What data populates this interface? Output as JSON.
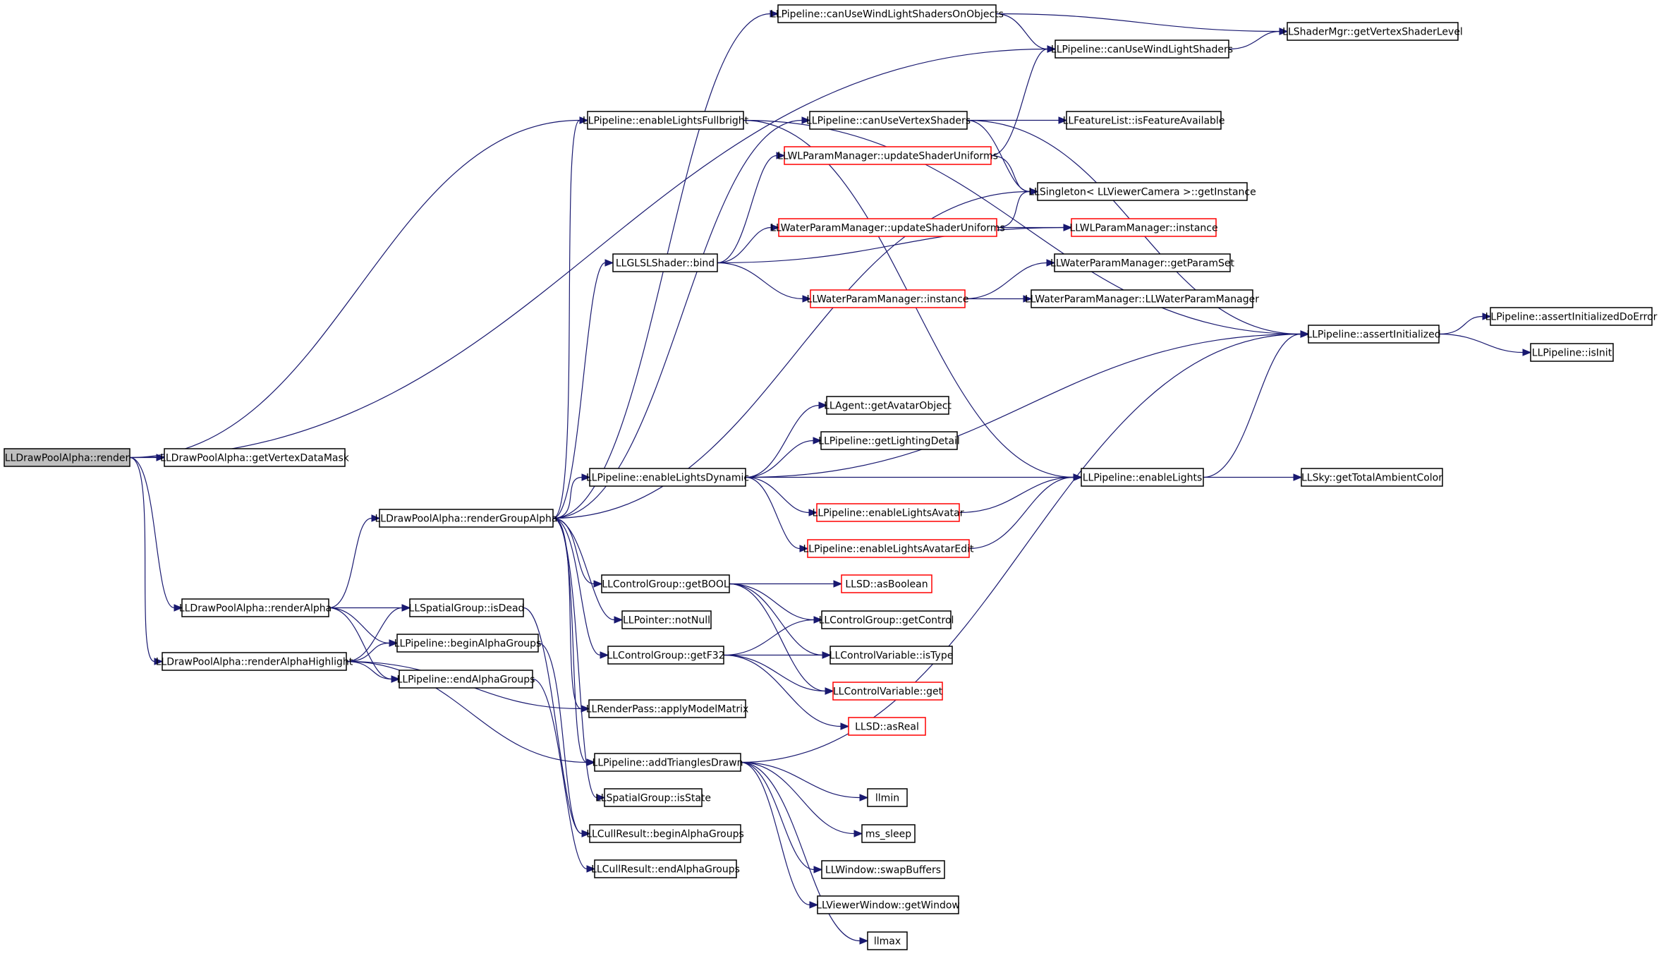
{
  "colors": {
    "edge": "#191970",
    "border": "#000000",
    "border_truncated": "#ff0000",
    "root_fill": "#bfbfbf",
    "node_fill": "#ffffff"
  },
  "nodes": [
    {
      "id": "n0",
      "label": "LLDrawPoolAlpha::render",
      "kind": "root"
    },
    {
      "id": "n1",
      "label": "LLDrawPoolAlpha::getVertexDataMask"
    },
    {
      "id": "n2",
      "label": "LLDrawPoolAlpha::renderAlpha"
    },
    {
      "id": "n3",
      "label": "LLDrawPoolAlpha::renderAlphaHighlight"
    },
    {
      "id": "n4",
      "label": "LLDrawPoolAlpha::renderGroupAlpha"
    },
    {
      "id": "n5",
      "label": "LLPipeline::canUseWindLightShadersOnObjects"
    },
    {
      "id": "n6",
      "label": "LLPipeline::canUseWindLightShaders"
    },
    {
      "id": "n7",
      "label": "LLShaderMgr::getVertexShaderLevel"
    },
    {
      "id": "n8",
      "label": "LLPipeline::enableLightsFullbright"
    },
    {
      "id": "n9",
      "label": "LLPipeline::canUseVertexShaders"
    },
    {
      "id": "n10",
      "label": "LLFeatureList::isFeatureAvailable"
    },
    {
      "id": "n11",
      "label": "LLWLParamManager::updateShaderUniforms",
      "kind": "truncated"
    },
    {
      "id": "n12",
      "label": "LLSingleton< LLViewerCamera >::getInstance"
    },
    {
      "id": "n13",
      "label": "LLWaterParamManager::updateShaderUniforms",
      "kind": "truncated"
    },
    {
      "id": "n14",
      "label": "LLWLParamManager::instance",
      "kind": "truncated"
    },
    {
      "id": "n15",
      "label": "LLGLSLShader::bind"
    },
    {
      "id": "n16",
      "label": "LLWaterParamManager::getParamSet"
    },
    {
      "id": "n17",
      "label": "LLWaterParamManager::instance",
      "kind": "truncated"
    },
    {
      "id": "n18",
      "label": "LLWaterParamManager::LLWaterParamManager"
    },
    {
      "id": "n19",
      "label": "LLPipeline::assertInitialized"
    },
    {
      "id": "n20",
      "label": "LLPipeline::assertInitializedDoError"
    },
    {
      "id": "n21",
      "label": "LLPipeline::isInit"
    },
    {
      "id": "n22",
      "label": "LLAgent::getAvatarObject"
    },
    {
      "id": "n23",
      "label": "LLPipeline::getLightingDetail"
    },
    {
      "id": "n24",
      "label": "LLPipeline::enableLightsDynamic"
    },
    {
      "id": "n25",
      "label": "LLPipeline::enableLights"
    },
    {
      "id": "n26",
      "label": "LLSky::getTotalAmbientColor"
    },
    {
      "id": "n27",
      "label": "LLPipeline::enableLightsAvatar",
      "kind": "truncated"
    },
    {
      "id": "n28",
      "label": "LLPipeline::enableLightsAvatarEdit",
      "kind": "truncated"
    },
    {
      "id": "n29",
      "label": "LLControlGroup::getBOOL"
    },
    {
      "id": "n30",
      "label": "LLSD::asBoolean",
      "kind": "truncated"
    },
    {
      "id": "n31",
      "label": "LLSpatialGroup::isDead"
    },
    {
      "id": "n32",
      "label": "LLPointer::notNull"
    },
    {
      "id": "n33",
      "label": "LLControlGroup::getControl"
    },
    {
      "id": "n34",
      "label": "LLPipeline::beginAlphaGroups"
    },
    {
      "id": "n35",
      "label": "LLControlGroup::getF32"
    },
    {
      "id": "n36",
      "label": "LLControlVariable::isType"
    },
    {
      "id": "n37",
      "label": "LLPipeline::endAlphaGroups"
    },
    {
      "id": "n38",
      "label": "LLControlVariable::get",
      "kind": "truncated"
    },
    {
      "id": "n39",
      "label": "LLRenderPass::applyModelMatrix"
    },
    {
      "id": "n40",
      "label": "LLSD::asReal",
      "kind": "truncated"
    },
    {
      "id": "n41",
      "label": "LLPipeline::addTrianglesDrawn"
    },
    {
      "id": "n42",
      "label": "LLSpatialGroup::isState"
    },
    {
      "id": "n43",
      "label": "llmin"
    },
    {
      "id": "n44",
      "label": "LLCullResult::beginAlphaGroups"
    },
    {
      "id": "n45",
      "label": "ms_sleep"
    },
    {
      "id": "n46",
      "label": "LLCullResult::endAlphaGroups"
    },
    {
      "id": "n47",
      "label": "LLWindow::swapBuffers"
    },
    {
      "id": "n48",
      "label": "LLViewerWindow::getWindow"
    },
    {
      "id": "n49",
      "label": "llmax"
    }
  ],
  "edges": [
    {
      "from": "n0",
      "to": "n1"
    },
    {
      "from": "n0",
      "to": "n2"
    },
    {
      "from": "n0",
      "to": "n3"
    },
    {
      "from": "n0",
      "to": "n6"
    },
    {
      "from": "n0",
      "to": "n8"
    },
    {
      "from": "n2",
      "to": "n4"
    },
    {
      "from": "n2",
      "to": "n31"
    },
    {
      "from": "n2",
      "to": "n34"
    },
    {
      "from": "n2",
      "to": "n37"
    },
    {
      "from": "n3",
      "to": "n31"
    },
    {
      "from": "n3",
      "to": "n34"
    },
    {
      "from": "n3",
      "to": "n37"
    },
    {
      "from": "n3",
      "to": "n39"
    },
    {
      "from": "n3",
      "to": "n41"
    },
    {
      "from": "n4",
      "to": "n5"
    },
    {
      "from": "n4",
      "to": "n8"
    },
    {
      "from": "n4",
      "to": "n9"
    },
    {
      "from": "n4",
      "to": "n12"
    },
    {
      "from": "n4",
      "to": "n15"
    },
    {
      "from": "n4",
      "to": "n24"
    },
    {
      "from": "n4",
      "to": "n29"
    },
    {
      "from": "n4",
      "to": "n32"
    },
    {
      "from": "n4",
      "to": "n35"
    },
    {
      "from": "n4",
      "to": "n39"
    },
    {
      "from": "n4",
      "to": "n41"
    },
    {
      "from": "n4",
      "to": "n42"
    },
    {
      "from": "n5",
      "to": "n6"
    },
    {
      "from": "n5",
      "to": "n7"
    },
    {
      "from": "n6",
      "to": "n7"
    },
    {
      "from": "n8",
      "to": "n19"
    },
    {
      "from": "n8",
      "to": "n25"
    },
    {
      "from": "n9",
      "to": "n10"
    },
    {
      "from": "n9",
      "to": "n12"
    },
    {
      "from": "n9",
      "to": "n19"
    },
    {
      "from": "n11",
      "to": "n6"
    },
    {
      "from": "n11",
      "to": "n12"
    },
    {
      "from": "n13",
      "to": "n12"
    },
    {
      "from": "n13",
      "to": "n14"
    },
    {
      "from": "n15",
      "to": "n11"
    },
    {
      "from": "n15",
      "to": "n13"
    },
    {
      "from": "n15",
      "to": "n14"
    },
    {
      "from": "n15",
      "to": "n17"
    },
    {
      "from": "n17",
      "to": "n16"
    },
    {
      "from": "n17",
      "to": "n18"
    },
    {
      "from": "n19",
      "to": "n20"
    },
    {
      "from": "n19",
      "to": "n21"
    },
    {
      "from": "n24",
      "to": "n19"
    },
    {
      "from": "n24",
      "to": "n22"
    },
    {
      "from": "n24",
      "to": "n23"
    },
    {
      "from": "n24",
      "to": "n25"
    },
    {
      "from": "n24",
      "to": "n27"
    },
    {
      "from": "n24",
      "to": "n28"
    },
    {
      "from": "n25",
      "to": "n19"
    },
    {
      "from": "n25",
      "to": "n26"
    },
    {
      "from": "n27",
      "to": "n25"
    },
    {
      "from": "n28",
      "to": "n25"
    },
    {
      "from": "n29",
      "to": "n30"
    },
    {
      "from": "n29",
      "to": "n33"
    },
    {
      "from": "n29",
      "to": "n36"
    },
    {
      "from": "n29",
      "to": "n38"
    },
    {
      "from": "n31",
      "to": "n44"
    },
    {
      "from": "n34",
      "to": "n44"
    },
    {
      "from": "n35",
      "to": "n33"
    },
    {
      "from": "n35",
      "to": "n36"
    },
    {
      "from": "n35",
      "to": "n38"
    },
    {
      "from": "n35",
      "to": "n40"
    },
    {
      "from": "n37",
      "to": "n46"
    },
    {
      "from": "n41",
      "to": "n19"
    },
    {
      "from": "n41",
      "to": "n43"
    },
    {
      "from": "n41",
      "to": "n45"
    },
    {
      "from": "n41",
      "to": "n47"
    },
    {
      "from": "n41",
      "to": "n48"
    },
    {
      "from": "n41",
      "to": "n49"
    }
  ]
}
